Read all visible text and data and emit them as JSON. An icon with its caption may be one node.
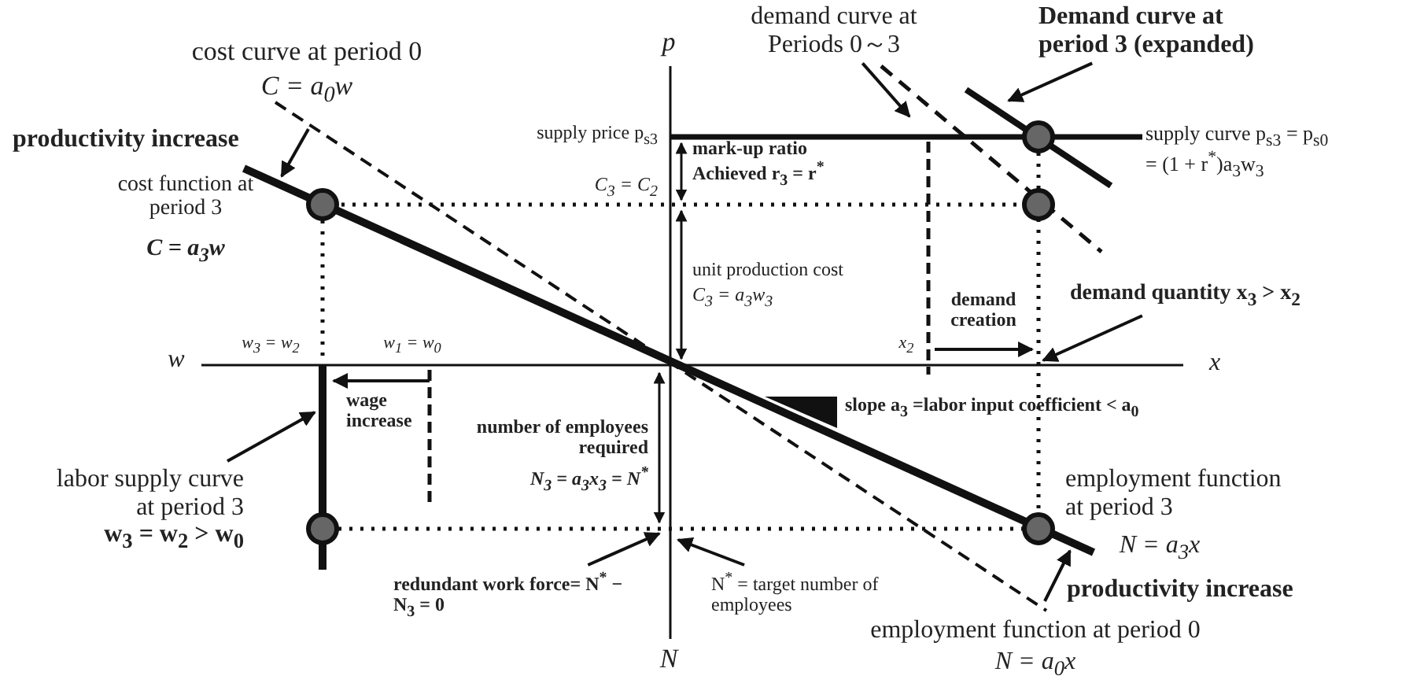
{
  "diagram": {
    "nodes": [
      {
        "text": [
          "demand curve at Periods 0～3"
        ]
      },
      {
        "text": [
          "Demand curve at period 3 (expanded)"
        ]
      },
      {
        "text": [
          "demand quantity x$_{3}$ > x$_{2}$"
        ]
      },
      {
        "text": [
          "labor supply curve at period 3",
          "w$_{3}$ = w$_{2}$ > w$_{0}$"
        ]
      },
      {
        "text": [
          "redundant work force= N$^{*}$ − N$_{3}$ =  0"
        ]
      },
      {
        "text": [
          "N$^{*}$ = target number of employees"
        ]
      }
    ],
    "edges": [
      {
        "from": 0,
        "to": null,
        "arrow": "to"
      },
      {
        "from": 1,
        "to": null,
        "arrow": "to"
      },
      {
        "from": 2,
        "to": null,
        "arrow": "to"
      },
      {
        "from": 3,
        "to": null,
        "arrow": "to"
      },
      {
        "from": 4,
        "to": null,
        "arrow": "to"
      },
      {
        "from": 5,
        "to": null,
        "arrow": "to"
      }
    ],
    "labels": [
      "p",
      "cost curve at period 0",
      "C = a$_{0}$w",
      "productivity increase",
      "supply price p$_{s3}$",
      "mark-up ratio Achieved r$_{3}$ = r$^{*}$",
      "cost function at period 3",
      "C = a$_{3}$w",
      "C$_{3}$ = C$_{2}$",
      "supply curve  p$_{s3}$ = p$_{s0}$",
      "= (1 + r$^{*}$)a$_{3}$w$_{3}$",
      "unit production cost",
      "C$_{3}$ = a$_{3}$w$_{3}$",
      "demand creation",
      "w",
      "w$_{3}$ = w$_{2}$",
      "w$_{1}$ = w$_{0}$",
      "x$_{2}$",
      "x",
      "wage increase",
      "slope a$_{3}$ =labor input coefficient  < a$_{0}$",
      "number of employees required",
      "N$_{3}$ = a$_{3}$x$_{3}$ = N$^{*}$",
      "employment function at period 3",
      "N = a$_{3}$x",
      "productivity increase",
      "employment function at period 0",
      "N",
      "N = a$_{0}$x"
    ]
  }
}
